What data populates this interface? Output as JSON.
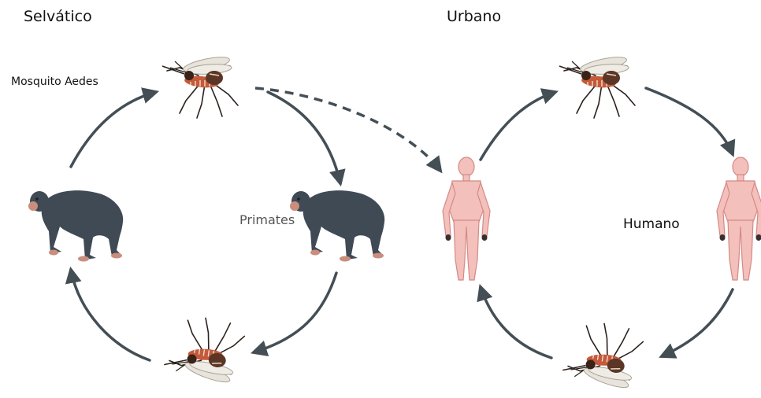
{
  "labels": {
    "sylvatic_title": "Selvático",
    "urban_title": "Urbano",
    "mosquito": "Mosquito Aedes",
    "primates": "Primates",
    "human": "Humano"
  },
  "colors": {
    "arrow": "#444e55",
    "primate_body": "#3f4a55",
    "primate_skin": "#c98e7e",
    "human_body": "#f3c0bb",
    "human_outline": "#d48a86",
    "mosquito_body": "#5b3626",
    "mosquito_abdomen": "#c45a3a",
    "mosquito_wing": "#e8e4dc"
  },
  "icons": {
    "mosquito": "mosquito-icon",
    "primate": "primate-icon",
    "human": "human-icon"
  }
}
